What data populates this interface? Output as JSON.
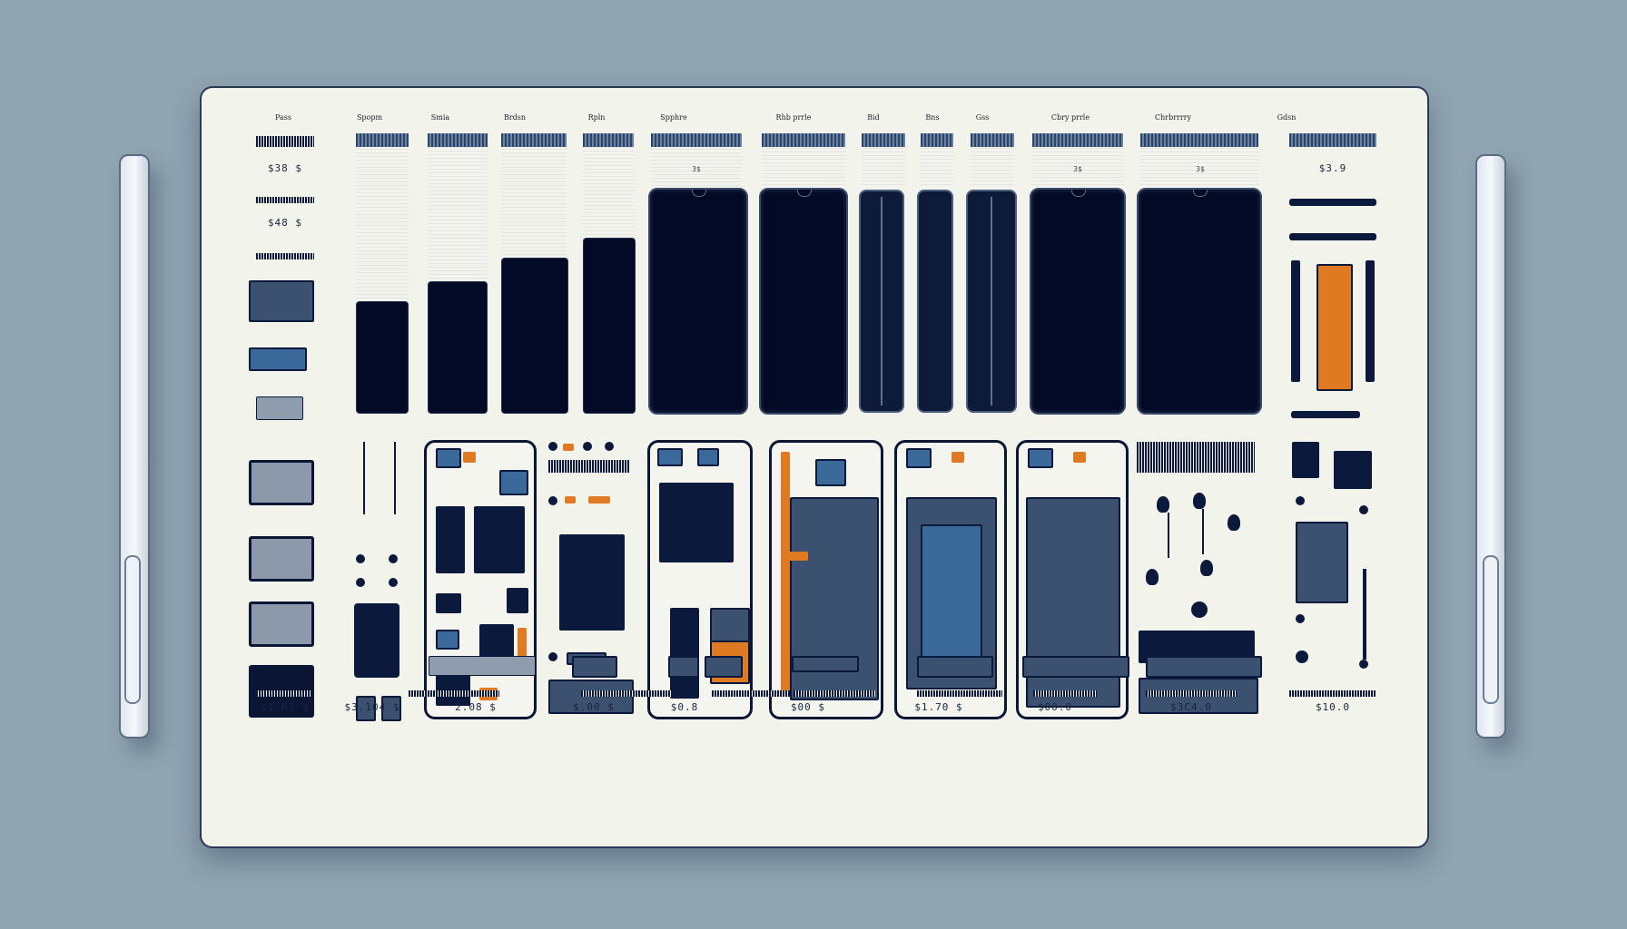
{
  "columns": [
    {
      "label": "Pass",
      "price": "$1.63 $"
    },
    {
      "label": "Spopm",
      "price": "$3.104 $"
    },
    {
      "label": "Smia",
      "price": "2.08 $"
    },
    {
      "label": "Brdsn",
      "price": ""
    },
    {
      "label": "Rpln",
      "price": "$.00 $"
    },
    {
      "label": "Spphre",
      "price": "$0.8"
    },
    {
      "label": "Rhb prrle",
      "price": "$00 $"
    },
    {
      "label": "Bid",
      "price": ""
    },
    {
      "label": "Bns",
      "price": "$1.70 $"
    },
    {
      "label": "Gss",
      "price": ""
    },
    {
      "label": "Cbry prrle",
      "price": "$00.0"
    },
    {
      "label": "Chrbrrrry",
      "price": "$3C4.0"
    },
    {
      "label": "Gdsn",
      "price": "$10.0"
    }
  ],
  "left_values": [
    "$38 $",
    "$48 $"
  ],
  "right_value": "$3.9",
  "cap_values": [
    "3$",
    "3$",
    "3$"
  ],
  "colors": {
    "background": "#90a4b1",
    "board": "#f2f3ea",
    "navy": "#030a26",
    "accent": "#e07a22",
    "blue": "#3b6a9a"
  }
}
